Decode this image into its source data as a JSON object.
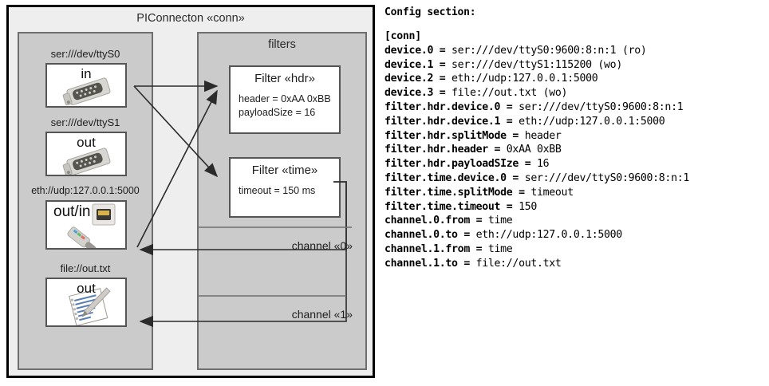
{
  "diagram": {
    "title": "PIConnecton «conn»",
    "devices_panel": {
      "devices": [
        {
          "label": "ser:///dev/ttyS0",
          "io": "in",
          "icon": "serial-port-icon"
        },
        {
          "label": "ser:///dev/ttyS1",
          "io": "out",
          "icon": "serial-port-icon"
        },
        {
          "label": "eth://udp:127.0.0.1:5000",
          "io": "out/in",
          "icon": "ethernet-jack-icon"
        },
        {
          "label": "file://out.txt",
          "io": "out",
          "icon": "text-document-icon"
        }
      ]
    },
    "filters_panel": {
      "title": "filters",
      "filters": [
        {
          "title": "Filter «hdr»",
          "props": [
            "header = 0xAA 0xBB",
            "payloadSize = 16"
          ]
        },
        {
          "title": "Filter «time»",
          "props": [
            "timeout = 150 ms"
          ]
        }
      ],
      "channels": [
        {
          "label": "channel «0»"
        },
        {
          "label": "channel «1»"
        }
      ]
    },
    "colors": {
      "frame_fill": "#eeeeee",
      "panel_fill": "#cbcbcb",
      "panel_border": "#6e6e6e",
      "card_fill": "#ffffff",
      "card_border": "#555555",
      "line": "#2b2b2b"
    }
  },
  "config": {
    "heading": "Config section:",
    "text": "[conn]\ndevice.0 = ser:///dev/ttyS0:9600:8:n:1 (ro)\ndevice.1 = ser:///dev/ttyS1:115200 (wo)\ndevice.2 = eth://udp:127.0.0.1:5000\ndevice.3 = file://out.txt (wo)\nfilter.hdr.device.0 = ser:///dev/ttyS0:9600:8:n:1\nfilter.hdr.device.1 = eth://udp:127.0.0.1:5000\nfilter.hdr.splitMode = header\nfilter.hdr.header = 0xAA 0xBB\nfilter.hdr.payloadSIze = 16\nfilter.time.device.0 = ser:///dev/ttyS0:9600:8:n:1\nfilter.time.splitMode = timeout\nfilter.time.timeout = 150\nchannel.0.from = time\nchannel.0.to = eth://udp:127.0.0.1:5000\nchannel.1.from = time\nchannel.1.to = file://out.txt",
    "lines": [
      "[conn]",
      "device.0 = ser:///dev/ttyS0:9600:8:n:1 (ro)",
      "device.1 = ser:///dev/ttyS1:115200 (wo)",
      "device.2 = eth://udp:127.0.0.1:5000",
      "device.3 = file://out.txt (wo)",
      "filter.hdr.device.0 = ser:///dev/ttyS0:9600:8:n:1",
      "filter.hdr.device.1 = eth://udp:127.0.0.1:5000",
      "filter.hdr.splitMode = header",
      "filter.hdr.header = 0xAA 0xBB",
      "filter.hdr.payloadSIze = 16",
      "filter.time.device.0 = ser:///dev/ttyS0:9600:8:n:1",
      "filter.time.splitMode = timeout",
      "filter.time.timeout = 150",
      "channel.0.from = time",
      "channel.0.to = eth://udp:127.0.0.1:5000",
      "channel.1.from = time",
      "channel.1.to = file://out.txt"
    ]
  }
}
